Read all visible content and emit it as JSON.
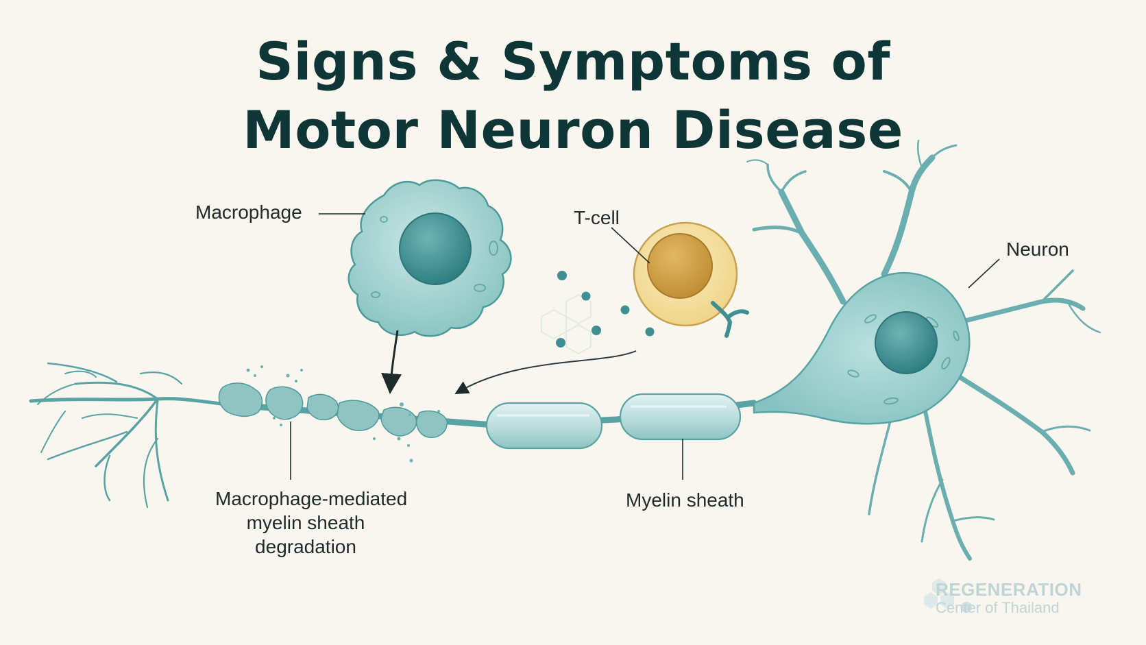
{
  "title": {
    "line1": "Signs & Symptoms of",
    "line2": "Motor Neuron Disease"
  },
  "labels": {
    "macrophage": "Macrophage",
    "tcell": "T-cell",
    "neuron": "Neuron",
    "degradation_line1": "Macrophage-mediated",
    "degradation_line2": "myelin sheath",
    "degradation_line3": "degradation",
    "myelin": "Myelin sheath"
  },
  "brand": {
    "name": "REGENERATION",
    "sub": "Center of Thailand"
  },
  "colors": {
    "background": "#f8f6ee",
    "title": "#0f3636",
    "cell_teal": "#9fd0cf",
    "cell_dark": "#3f8f91",
    "tcell_yellow": "#f3dc98",
    "tcell_core": "#cfa24a"
  }
}
